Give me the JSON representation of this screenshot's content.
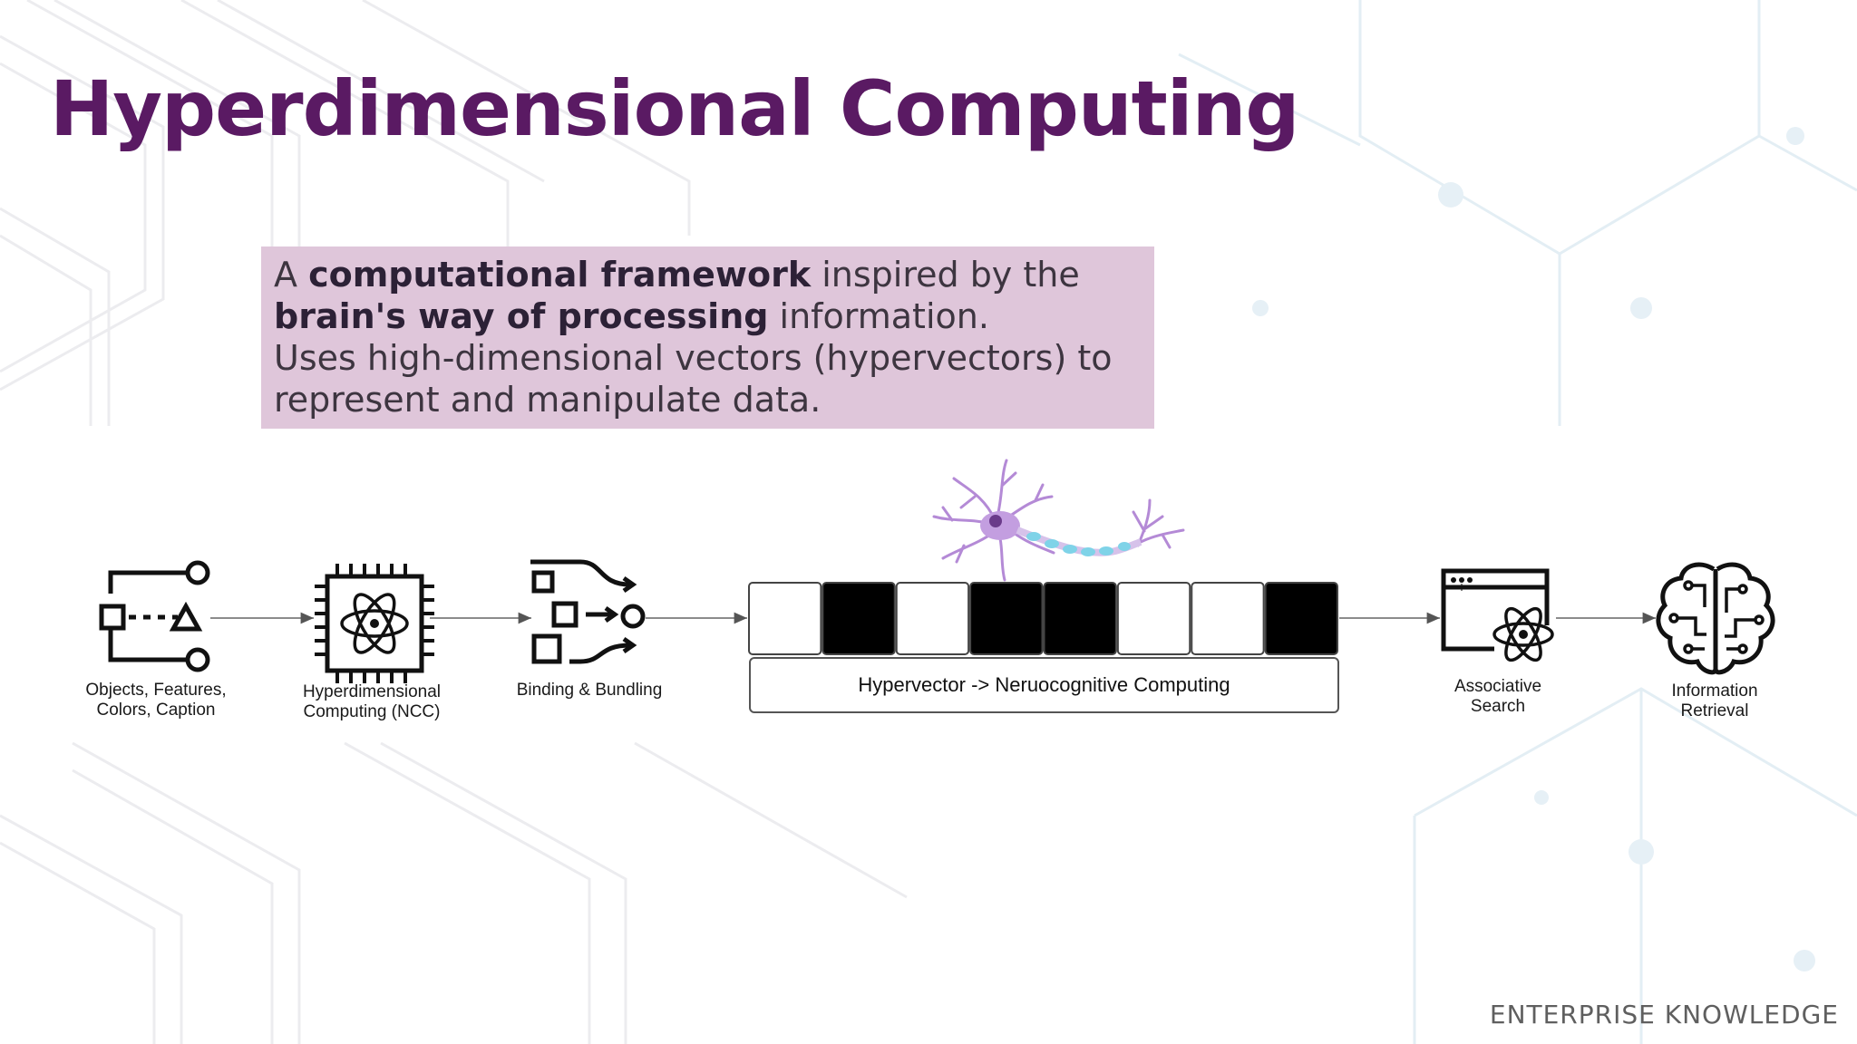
{
  "slide": {
    "title": "Hyperdimensional Computing",
    "callout": {
      "line1_pre": "A ",
      "line1_bold": "computational framework",
      "line1_post": " inspired by the",
      "line2_bold": "brain's way of processing",
      "line2_post": " information.",
      "line3": "Uses high-dimensional vectors (hypervectors) to",
      "line4": "represent and manipulate data."
    },
    "brand": "ENTERPRISE KNOWLEDGE"
  },
  "diagram": {
    "nodes": [
      {
        "id": "objects",
        "icon": "shapes-flow-icon",
        "label1": "Objects, Features,",
        "label2": "Colors, Caption"
      },
      {
        "id": "ncc",
        "icon": "atom-chip-icon",
        "label1": "Hyperdimensional",
        "label2": "Computing (NCC)"
      },
      {
        "id": "binding",
        "icon": "binding-bundling-icon",
        "label1": "Binding & Bundling",
        "label2": ""
      },
      {
        "id": "assoc",
        "icon": "atom-browser-icon",
        "label1": "Associative",
        "label2": "Search"
      },
      {
        "id": "retrieval",
        "icon": "brain-circuit-icon",
        "label1": "Information",
        "label2": "Retrieval"
      }
    ],
    "hypervector": {
      "cells": [
        0,
        1,
        0,
        1,
        1,
        0,
        0,
        1
      ],
      "label": "Hypervector -> Neruocognitive Computing"
    },
    "colors": {
      "title": "#5a1a63",
      "callout_bg": "#dfc6da",
      "neuron": "#b48ad6",
      "axon": "#7fd3e8"
    }
  }
}
